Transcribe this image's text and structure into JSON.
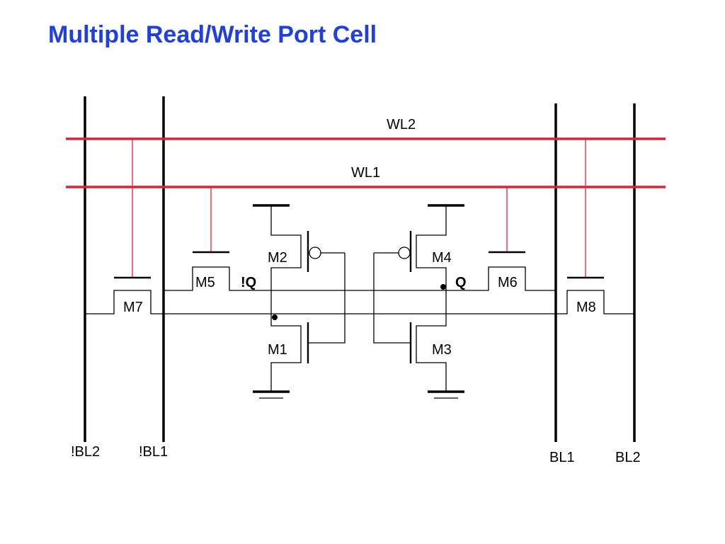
{
  "slide": {
    "title": "Multiple Read/Write Port Cell"
  },
  "schematic": {
    "word_lines": {
      "wl2": "WL2",
      "wl1": "WL1"
    },
    "bit_lines": {
      "nbl2": "!BL2",
      "nbl1": "!BL1",
      "bl1": "BL1",
      "bl2": "BL2"
    },
    "transistors": {
      "m1": "M1",
      "m2": "M2",
      "m3": "M3",
      "m4": "M4",
      "m5": "M5",
      "m6": "M6",
      "m7": "M7",
      "m8": "M8"
    },
    "nodes": {
      "nq": "!Q",
      "q": "Q"
    },
    "colors": {
      "title": "#1f3fe0",
      "word_line": "#e0203a",
      "wire": "#000000"
    }
  }
}
